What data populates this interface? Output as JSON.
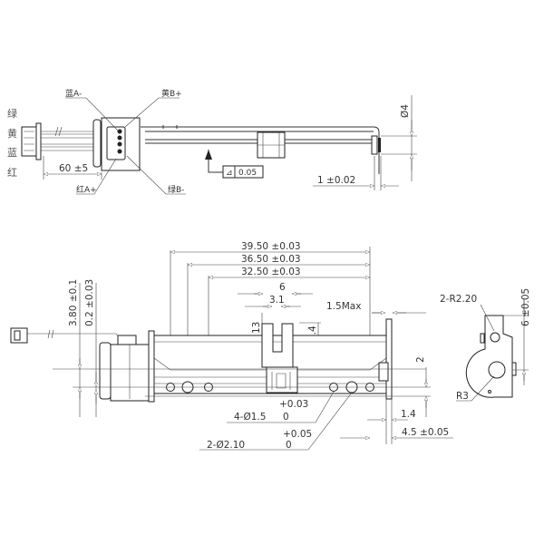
{
  "top_view": {
    "wire_colors": [
      "绿",
      "黄",
      "蓝",
      "红"
    ],
    "pin_labels": {
      "blue_a_minus": "蓝A-",
      "yellow_b_plus": "黄B+",
      "red_a_plus": "红A+",
      "green_b_minus": "绿B-"
    },
    "lead_length": "60 ±5",
    "flatness_symbol": "⊿",
    "flatness_value": "0.05",
    "diameter": "Ø4",
    "end_gap": "1 ±0.02"
  },
  "front_view": {
    "len_total": "39.50 ±0.03",
    "len_mid": "36.50 ±0.03",
    "len_inner": "32.50 ±0.03",
    "slider_width": "6",
    "slot_width": "3.1",
    "flange_max": "1.5Max",
    "slider_height": "13",
    "slot_depth": "6.4",
    "height_a": "3.80 ±0.1",
    "height_b": "0.2 ±0.03",
    "offset_2": "2",
    "offset_1_4": "1.4",
    "offset_4_5": "4.5 ±0.05",
    "hole_small_label": "4-Ø1.5",
    "hole_small_tol_upper": "+0.03",
    "hole_small_tol_lower": "0",
    "hole_large_label": "2-Ø2.10",
    "hole_large_tol_upper": "+0.05",
    "hole_large_tol_lower": "0"
  },
  "end_view": {
    "radius_small": "2-R2.20",
    "height": "6 ±0.05",
    "radius_large": "R3"
  }
}
